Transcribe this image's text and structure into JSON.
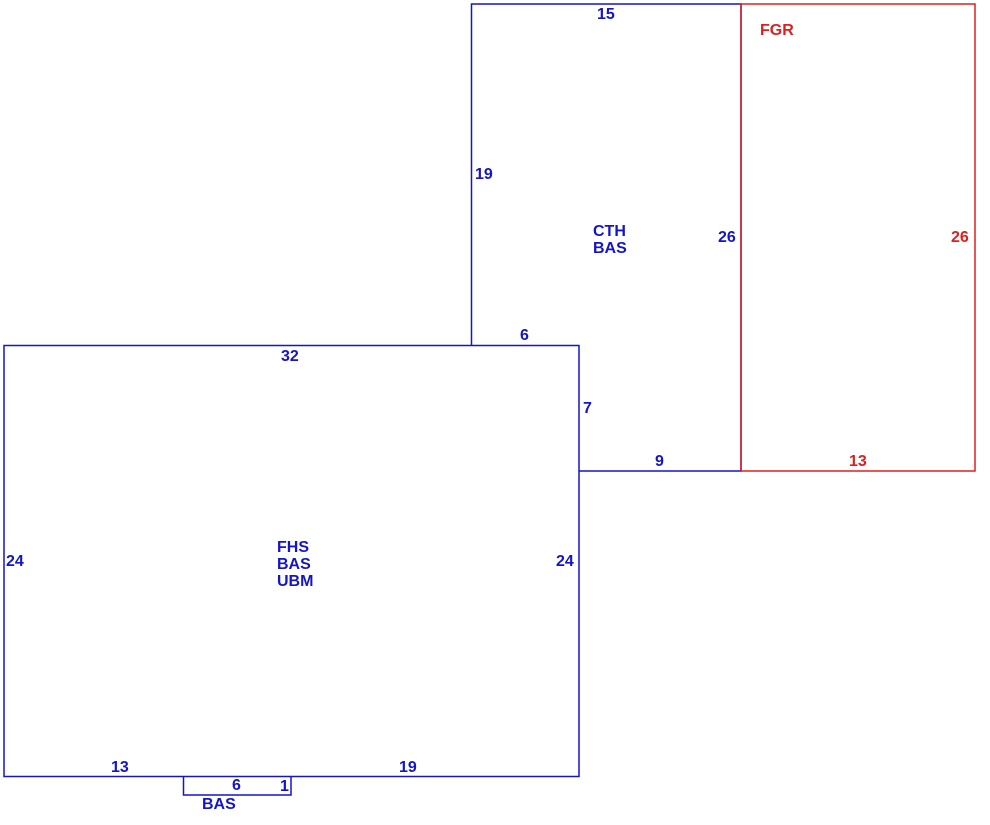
{
  "colors": {
    "living": "#1414c8",
    "garage": "#e01e1e",
    "background": "#ffffff"
  },
  "areas": {
    "main": {
      "labels": [
        "FHS",
        "BAS",
        "UBM"
      ],
      "dims": {
        "top": "32",
        "left": "24",
        "right": "24",
        "bottom_left": "13",
        "bottom_right": "19"
      }
    },
    "upper": {
      "labels": [
        "CTH",
        "BAS"
      ],
      "dims": {
        "top": "15",
        "left": "19",
        "bottom_step": "6",
        "right": "26",
        "step": "7",
        "bottom": "9"
      }
    },
    "garage": {
      "label": "FGR",
      "dims": {
        "right": "26",
        "bottom": "13"
      }
    },
    "bump": {
      "label": "BAS",
      "dims": {
        "bottom": "6",
        "side": "1"
      }
    }
  }
}
